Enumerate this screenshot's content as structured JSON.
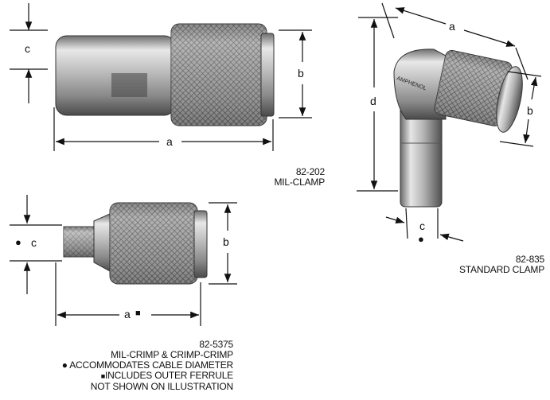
{
  "connectors": [
    {
      "part_number": "82-202",
      "description": "MIL-CLAMP",
      "dimension_labels": {
        "a": "a",
        "b": "b",
        "c": "c"
      }
    },
    {
      "part_number": "82-835",
      "description": "STANDARD CLAMP",
      "dimension_labels": {
        "a": "a",
        "b": "b",
        "c": "c",
        "d": "d"
      },
      "body_marking": "AMPHENOL"
    },
    {
      "part_number": "82-5375",
      "description": "MIL-CRIMP & CRIMP-CRIMP",
      "dimension_labels": {
        "a": "a",
        "b": "b",
        "c": "c"
      }
    }
  ],
  "notes": {
    "circle_note": "ACCOMMODATES CABLE DIAMETER",
    "square_note_line1": "INCLUDES OUTER FERRULE",
    "square_note_line2": "NOT SHOWN ON ILLUSTRATION"
  },
  "symbols": {
    "circle": "●",
    "square": "■"
  }
}
